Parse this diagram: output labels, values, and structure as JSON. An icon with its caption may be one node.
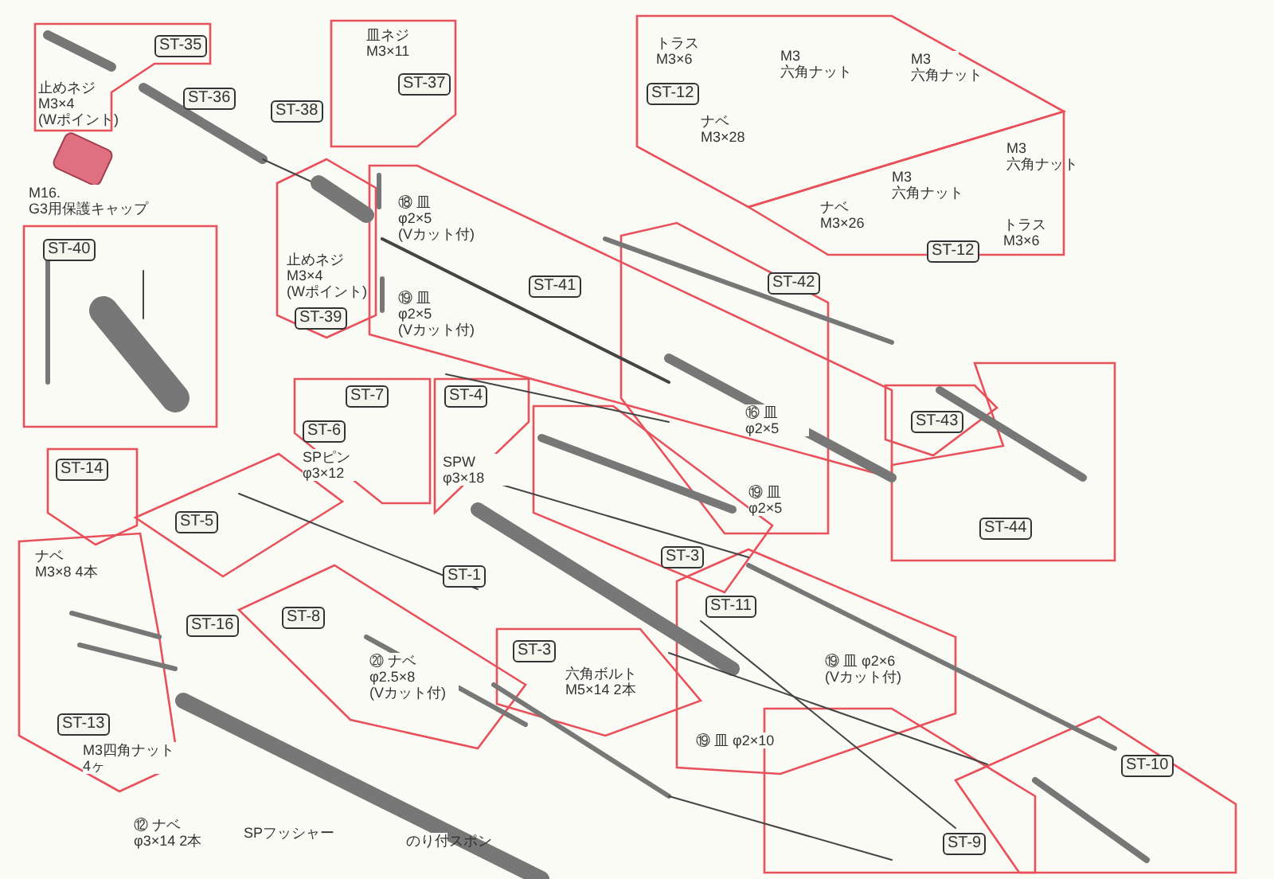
{
  "diagram": {
    "nodes": [
      {
        "text": [
          "ST-35",
          "止めネジ M3×4 (Wポイント)"
        ]
      },
      {
        "text": [
          "皿ネジ M3×11",
          "ST-37"
        ]
      },
      {
        "text": [
          "止めネジ M3×4 (Wポイント)",
          "ST-39"
        ]
      },
      {
        "text": [
          "トラス M3×6",
          "M3 六角ナット",
          "M3 六角ナット",
          "ST-12",
          "ナベ M3×28"
        ]
      },
      {
        "text": [
          "M3 六角ナット",
          "M3 六角ナット",
          "ナベ M3×26",
          "トラス M3×6",
          "ST-12"
        ]
      },
      {
        "text": [
          "ST-40"
        ]
      },
      {
        "text": [
          "⑱ 皿 φ2×5 (Vカット付)",
          "⑲ 皿 φ2×5 (Vカット付)",
          "ST-41"
        ]
      },
      {
        "text": [
          "ST-42",
          "⑯ 皿 φ2×5",
          "⑲ 皿 φ2×5"
        ]
      },
      {
        "text": [
          "ST-43"
        ]
      },
      {
        "text": [
          "ST-44"
        ]
      },
      {
        "text": [
          "ST-7",
          "ST-6",
          "SPピン φ3×12"
        ]
      },
      {
        "text": [
          "ST-4",
          "SPW φ3×18"
        ]
      },
      {
        "text": [
          "ST-5"
        ]
      },
      {
        "text": [
          "ST-3"
        ]
      },
      {
        "text": [
          "ST-14"
        ]
      },
      {
        "text": [
          "ナベ M3×8 4本",
          "ST-13",
          "M3四角ナット 4ヶ"
        ]
      },
      {
        "text": [
          "ST-8",
          "⑳ ナベ φ2.5×8 (Vカット付)"
        ]
      },
      {
        "text": [
          "ST-3",
          "六角ボルト M5×14 2本"
        ]
      },
      {
        "text": [
          "ST-11",
          "⑲ 皿 φ2×6 (Vカット付)",
          "⑲ 皿 φ2×10"
        ]
      },
      {
        "text": [
          "ST-9"
        ]
      },
      {
        "text": [
          "ST-10"
        ]
      }
    ],
    "labels": [
      "ST-36",
      "ST-38",
      "M16. G3用保護キャップ",
      "ST-1",
      "ST-16",
      "⑫ ナベ φ3×14 2本",
      "SPフッシャー",
      "のり付スポン"
    ]
  }
}
